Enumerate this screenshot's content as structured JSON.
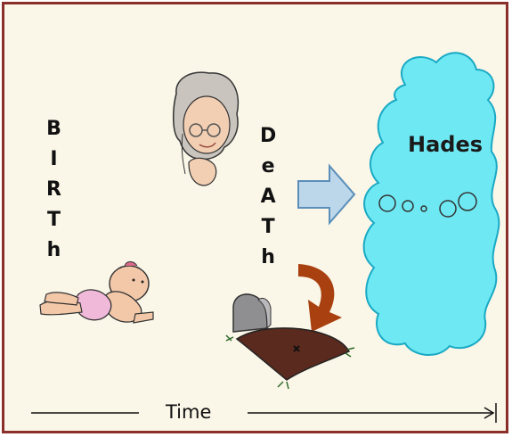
{
  "birth_letters": [
    "B",
    "I",
    "R",
    "T",
    "h"
  ],
  "death_letters": [
    "D",
    "e",
    "A",
    "T",
    "h"
  ],
  "hades_label": "Hades",
  "time_label": "Time",
  "colors": {
    "frame_border": "#8b2f2a",
    "background": "#faf6e8",
    "cloud_fill": "#6ee9f4",
    "right_arrow_fill": "#bcd6ea",
    "curved_arrow_fill": "#a8400f",
    "grave_dirt": "#5a2a1e"
  },
  "icons": [
    "baby-crawling-icon",
    "grandmother-face-icon",
    "gravestone-icon",
    "grave-mound-icon",
    "cloud-icon",
    "right-arrow-icon",
    "curved-arrow-icon"
  ]
}
